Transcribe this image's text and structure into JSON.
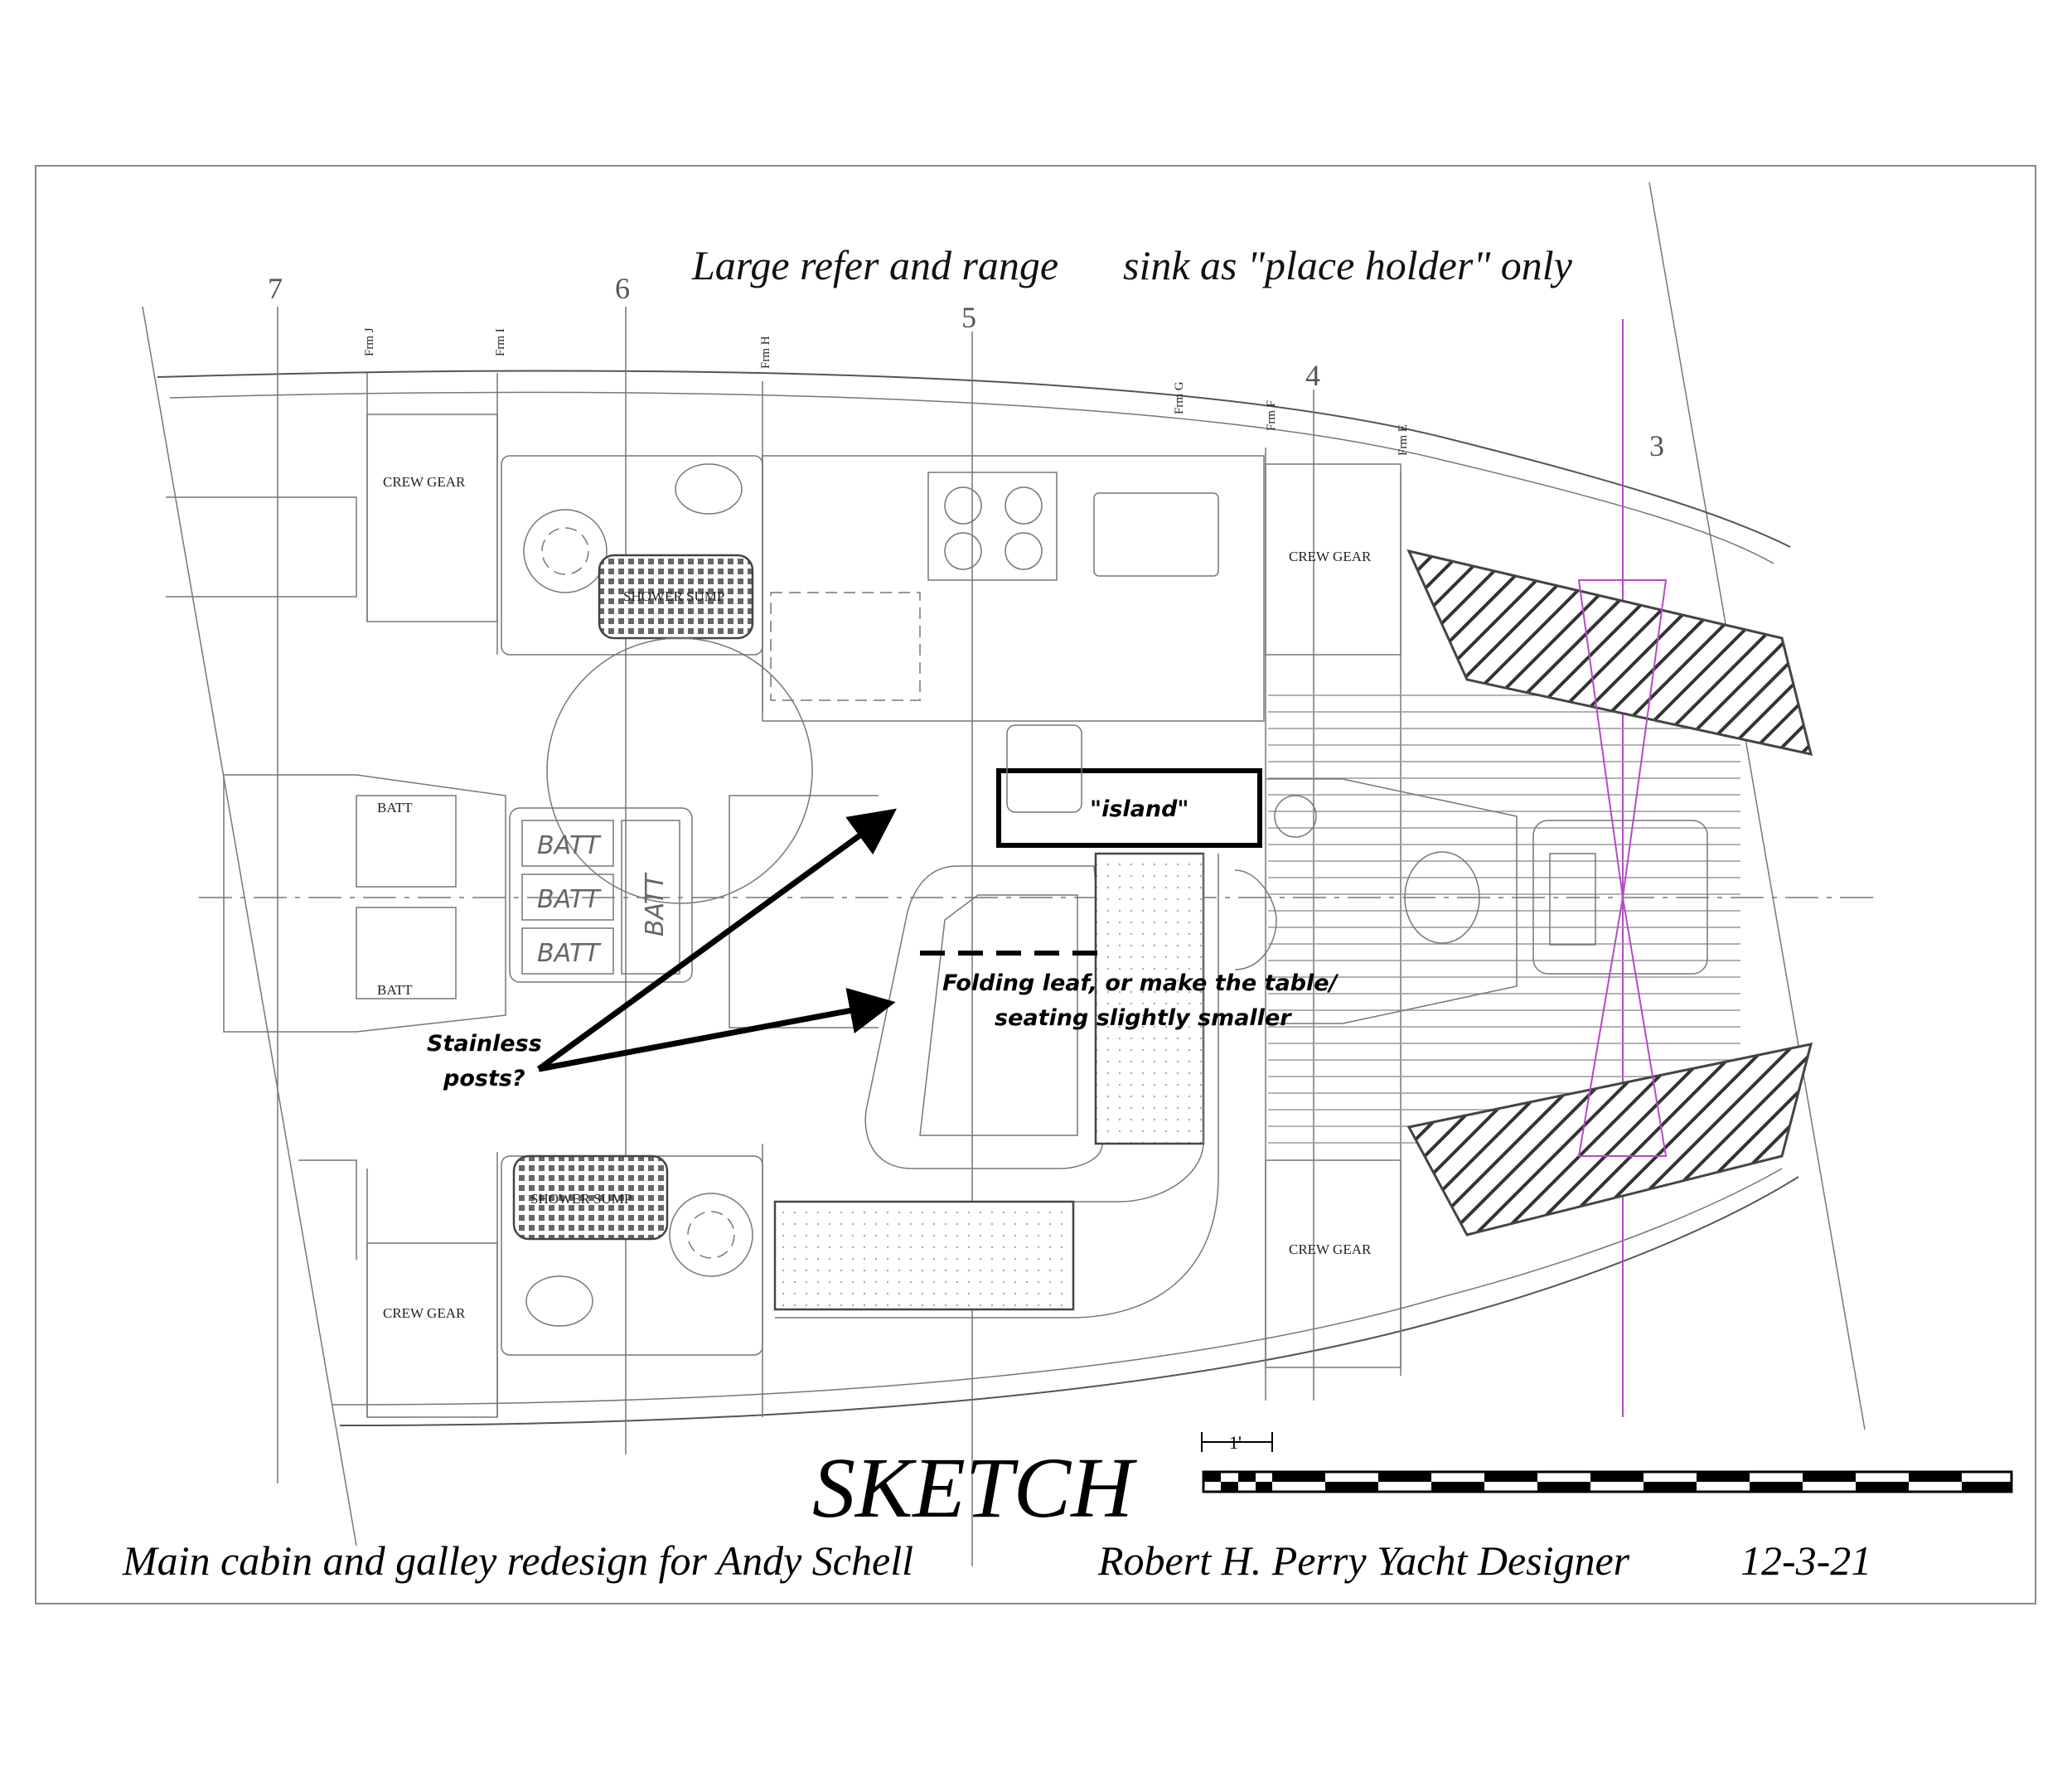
{
  "drawing": {
    "notes": {
      "galley": "Large refer and range",
      "sink": "sink as \"place holder\" only"
    },
    "stations": [
      "7",
      "6",
      "5",
      "4",
      "3"
    ],
    "frames": [
      "Frm J",
      "Frm I",
      "Frm H",
      "Frm G",
      "Frm F",
      "Frm E"
    ],
    "labels": {
      "crew_gear": "CREW GEAR",
      "shower_sump": "SHOWER SUMP",
      "batt": "BATT"
    },
    "annotations": {
      "island": "\"island\"",
      "folding_leaf_line1": "Folding leaf, or make the table/",
      "folding_leaf_line2": "seating slightly smaller",
      "stainless_line1": "Stainless",
      "stainless_line2": "posts?"
    },
    "scale": {
      "label": "1'"
    },
    "title_block": {
      "title": "SKETCH",
      "description": "Main cabin and galley redesign for Andy Schell",
      "designer": "Robert H. Perry Yacht Designer",
      "date": "12-3-21"
    },
    "colors": {
      "linework": "#555555",
      "annotation": "#000000",
      "centerline_magenta": "#b44ac4"
    }
  }
}
